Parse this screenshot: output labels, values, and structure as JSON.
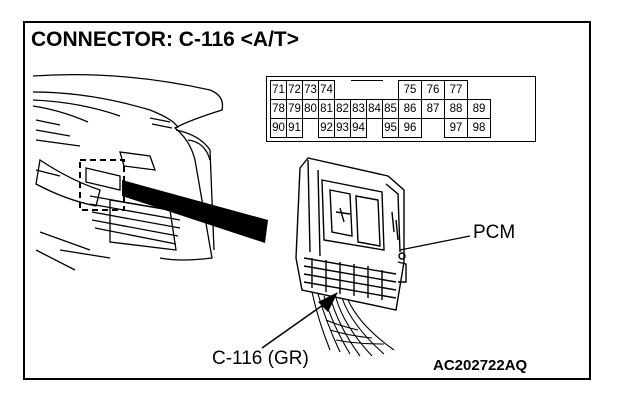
{
  "title": "CONNECTOR: C-116 <A/T>",
  "pin_table": {
    "rows": [
      [
        "71",
        "72",
        "73",
        "74",
        "",
        "",
        "",
        "",
        "75",
        "76",
        "77"
      ],
      [
        "78",
        "79",
        "80",
        "81",
        "82",
        "83",
        "84",
        "85",
        "86",
        "87",
        "88",
        "89"
      ],
      [
        "90",
        "91",
        "",
        "92",
        "93",
        "94",
        "",
        "95",
        "96",
        "",
        "97",
        "98"
      ]
    ]
  },
  "labels": {
    "pcm": "PCM",
    "connector": "C-116 (GR)",
    "figure_code": "AC202722AQ"
  }
}
